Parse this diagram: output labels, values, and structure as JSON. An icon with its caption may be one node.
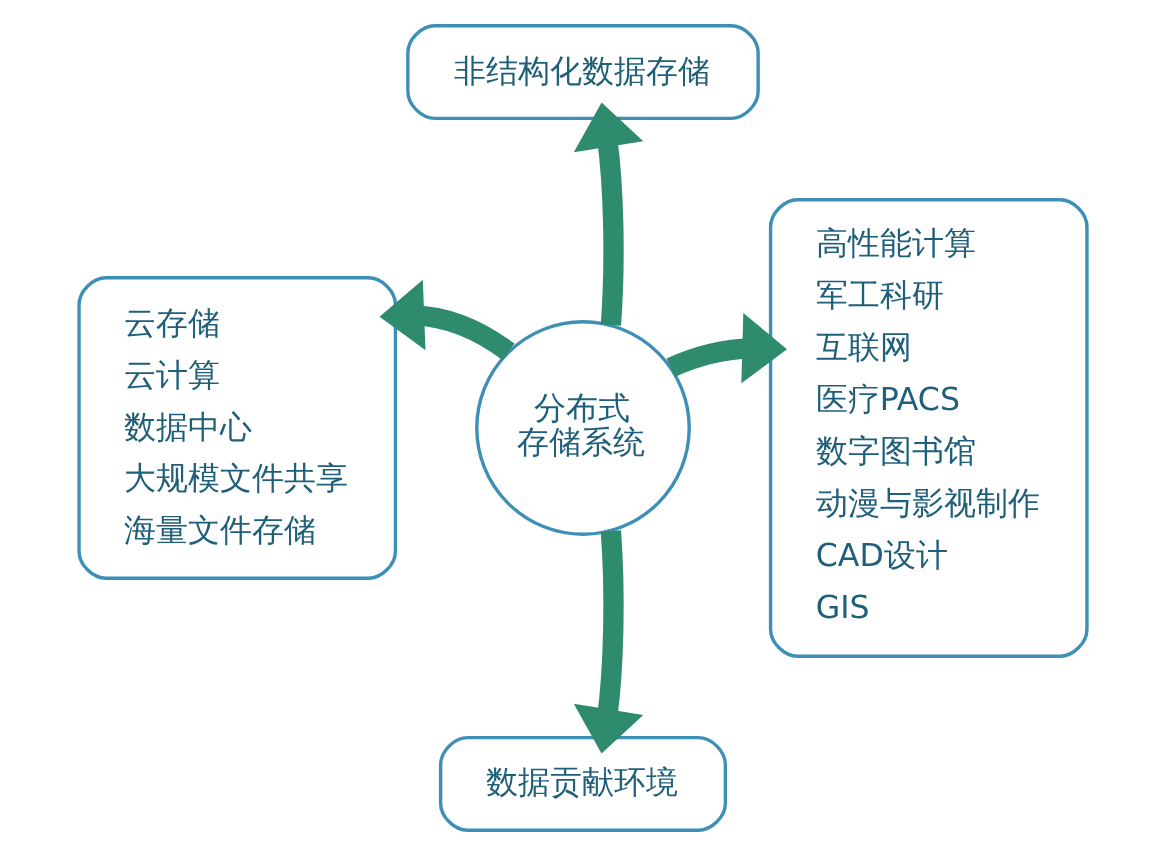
{
  "diagram": {
    "nodes": [
      {
        "text": [
          "分布式存储系统"
        ]
      },
      {
        "text": [
          "非结构化数据存储"
        ]
      },
      {
        "text": [
          "云存储",
          "云计算",
          "数据中心",
          "大规模文件共享",
          "海量文件存储"
        ]
      },
      {
        "text": [
          "高性能计算",
          "军工科研",
          "互联网",
          "医疗PACS",
          "数字图书馆",
          "动漫与影视制作",
          "CAD设计",
          "GIS"
        ]
      },
      {
        "text": [
          "数据贡献环境"
        ]
      }
    ],
    "edges": [
      {
        "from": 0,
        "to": 1,
        "arrow": "to"
      },
      {
        "from": 0,
        "to": 2,
        "arrow": "to"
      },
      {
        "from": 0,
        "to": 3,
        "arrow": "to"
      },
      {
        "from": 0,
        "to": 4,
        "arrow": "to"
      }
    ]
  }
}
